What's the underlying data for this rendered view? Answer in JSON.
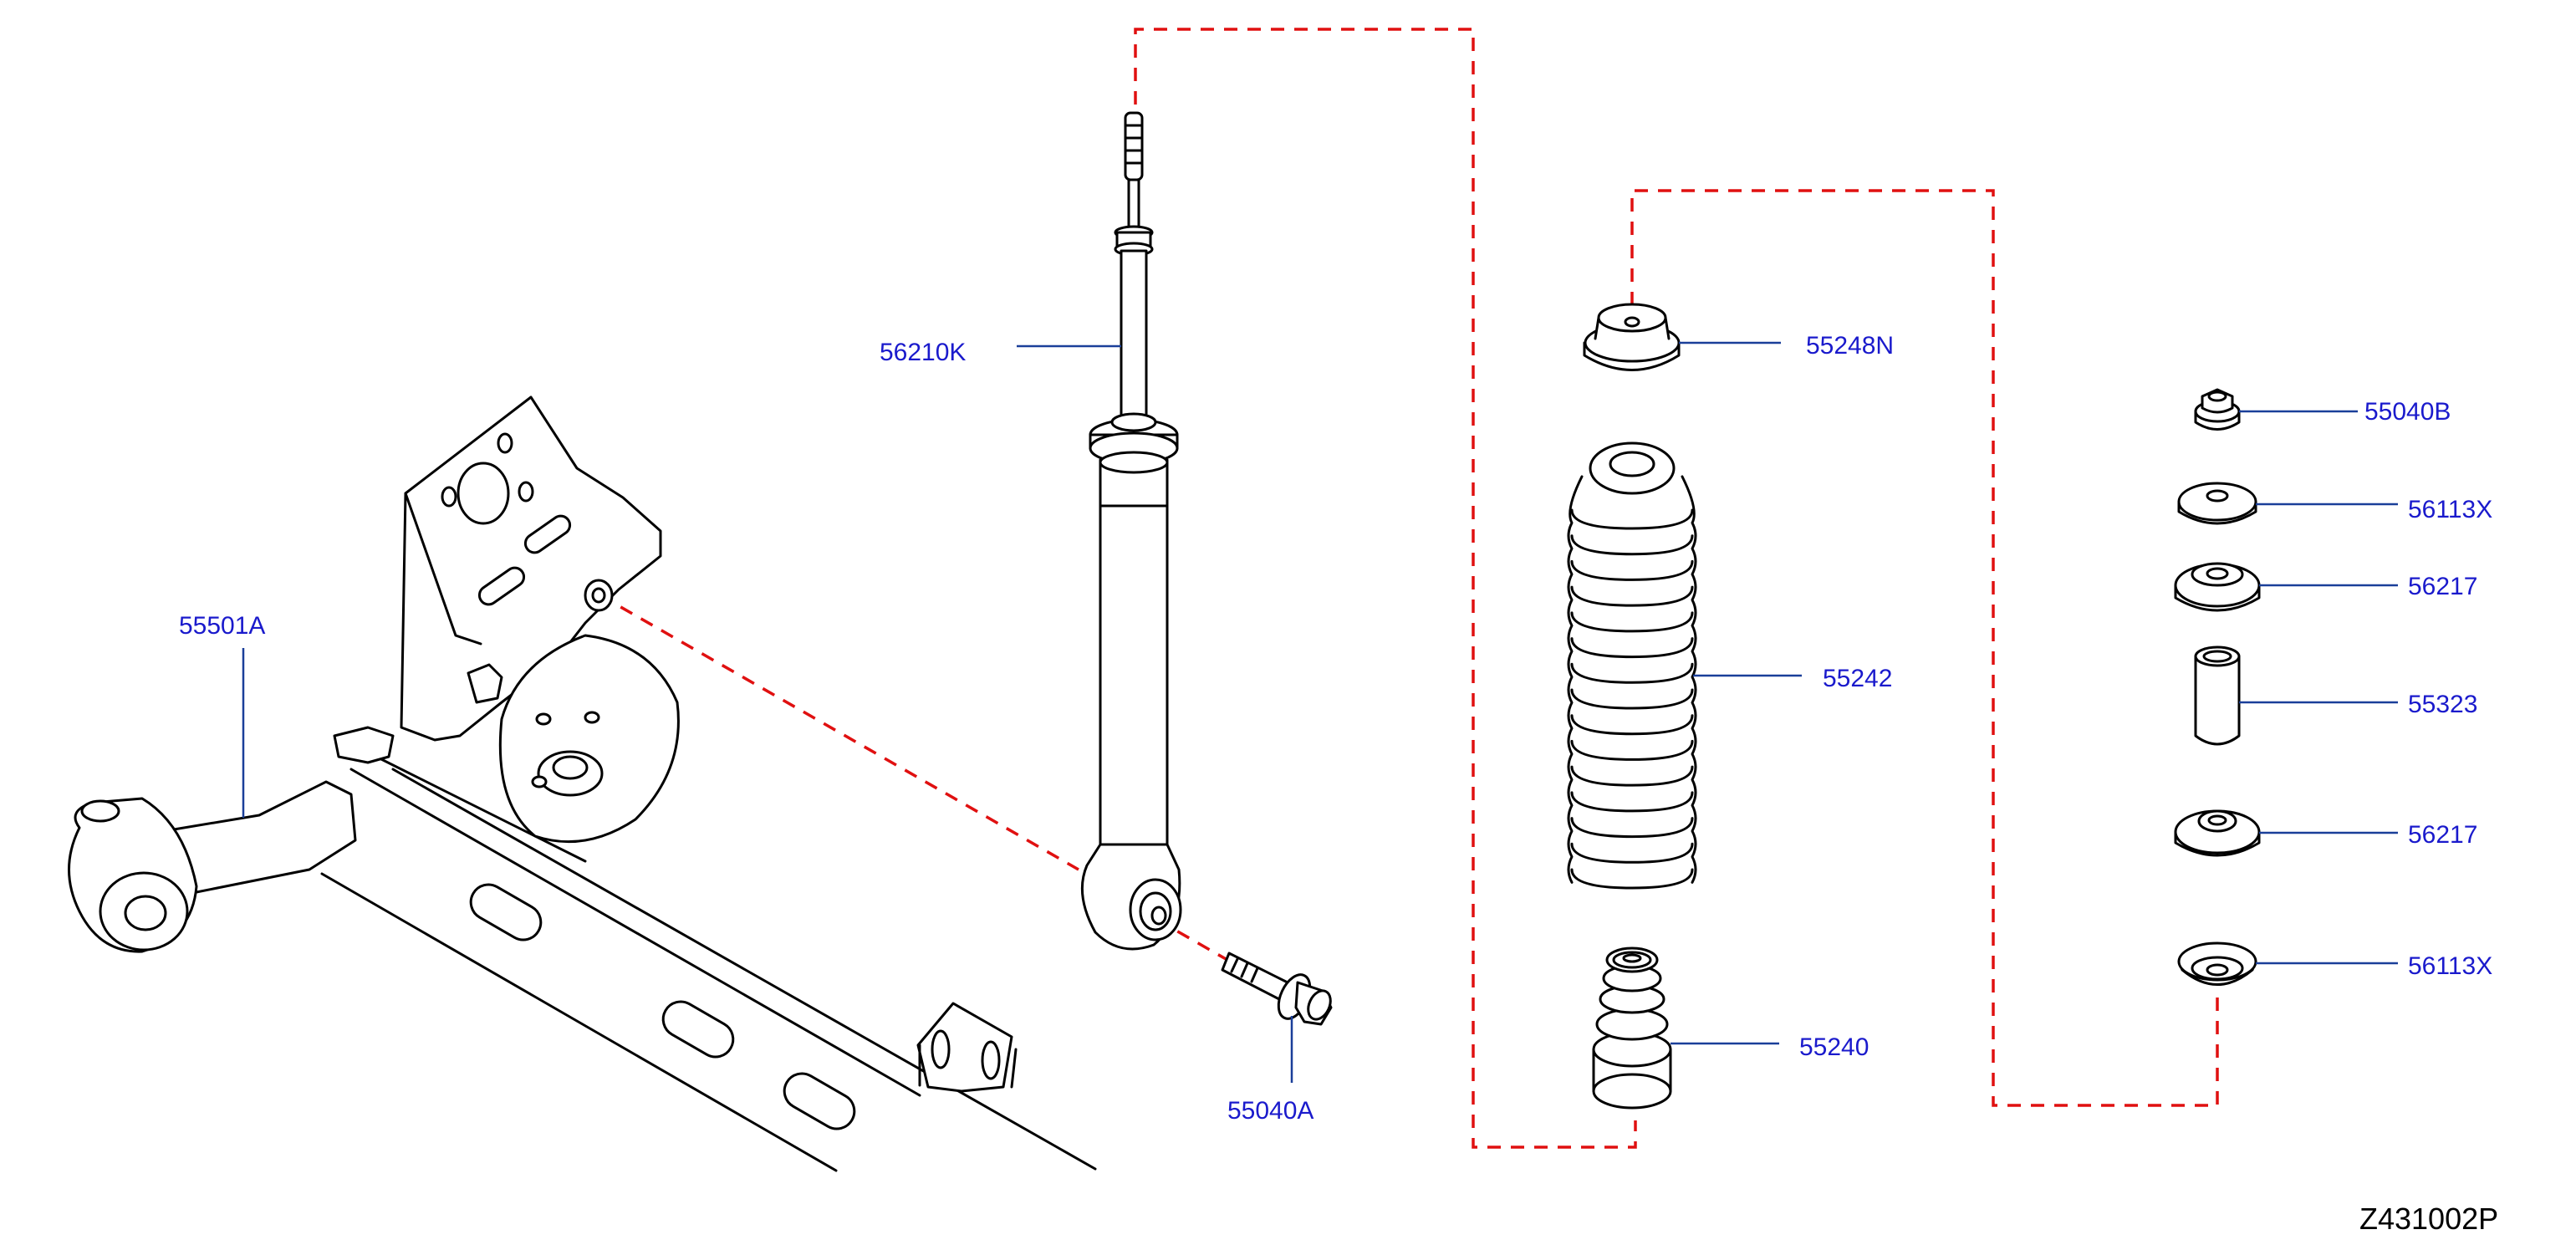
{
  "diagram": {
    "reference_code": "Z431002P",
    "colors": {
      "label": "#1a1acc",
      "leader": "#1a3f99",
      "dashed_connector": "#e01010",
      "line_art": "#000000",
      "background": "#ffffff"
    },
    "parts": [
      {
        "part_number": "56210K",
        "component": "shock-absorber"
      },
      {
        "part_number": "55501A",
        "component": "rear-suspension-beam"
      },
      {
        "part_number": "55040A",
        "component": "lower-mounting-bolt"
      },
      {
        "part_number": "55248N",
        "component": "upper-seat"
      },
      {
        "part_number": "55242",
        "component": "dust-boot"
      },
      {
        "part_number": "55240",
        "component": "bump-stop"
      },
      {
        "part_number": "55040B",
        "component": "nut"
      },
      {
        "part_number": "56113X",
        "component": "washer-top"
      },
      {
        "part_number": "56217",
        "component": "bushing-upper"
      },
      {
        "part_number": "55323",
        "component": "sleeve"
      },
      {
        "part_number": "56217",
        "component": "bushing-lower"
      },
      {
        "part_number": "56113X",
        "component": "washer-bottom"
      }
    ]
  }
}
